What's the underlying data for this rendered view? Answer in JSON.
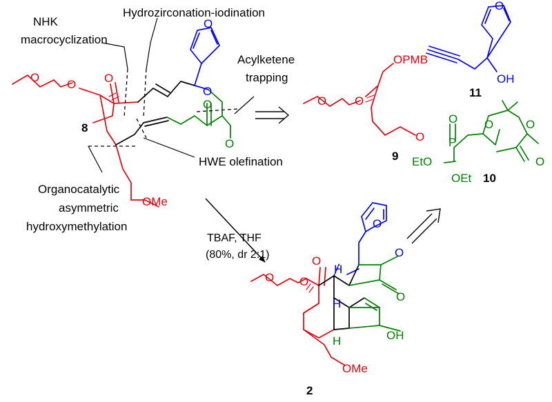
{
  "colors": {
    "red": "#e8000b",
    "blue": "#0000ff",
    "green": "#008000",
    "black": "#000000"
  },
  "annotations": {
    "nhk_line1": "NHK",
    "nhk_line2": "macrocyclization",
    "hydrozirconation": "Hydrozirconation-iodination",
    "acylketene_line1": "Acylketene",
    "acylketene_line2": "trapping",
    "hwe": "HWE olefination",
    "organo_line1": "Organocatalytic",
    "organo_line2": "asymmetric",
    "organo_line3": "hydroxymethylation"
  },
  "compounds": {
    "c8": "8",
    "c9": "9",
    "c10": "10",
    "c11": "11",
    "c2": "2"
  },
  "atoms": {
    "O": "O",
    "OMe": "OMe",
    "OPMB": "OPMB",
    "OH": "OH",
    "H": "H",
    "EtO": "EtO",
    "OEt": "OEt",
    "P": "P"
  },
  "conditions": {
    "line1": "TBAF, THF",
    "line2": "(80%, dr 2:1)"
  },
  "arrows": {
    "retro_symbol": "⟹"
  }
}
